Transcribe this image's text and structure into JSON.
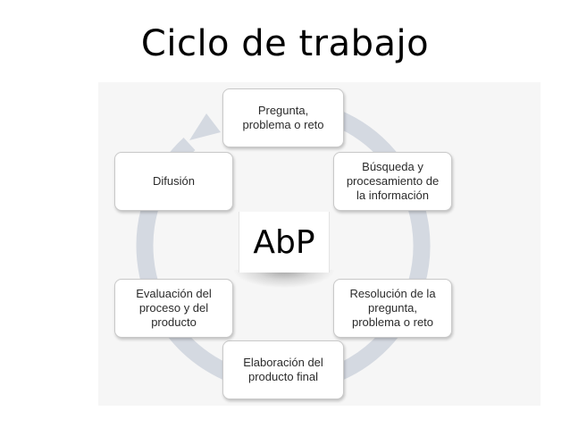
{
  "title": "Ciclo de trabajo",
  "center_label": "AbP",
  "colors": {
    "cycle_ring": "#d4d9e1",
    "box_border": "#c9c9c9",
    "panel_background": "#f6f6f6",
    "text": "#2b2b2b"
  },
  "steps": [
    {
      "label": "Pregunta,\nproblema o reto"
    },
    {
      "label": "Búsqueda y\nprocesamiento de\nla información"
    },
    {
      "label": "Resolución de la\npregunta,\nproblema o reto"
    },
    {
      "label": "Elaboración del\nproducto final"
    },
    {
      "label": "Evaluación del\nproceso y del\nproducto"
    },
    {
      "label": "Difusión"
    }
  ]
}
